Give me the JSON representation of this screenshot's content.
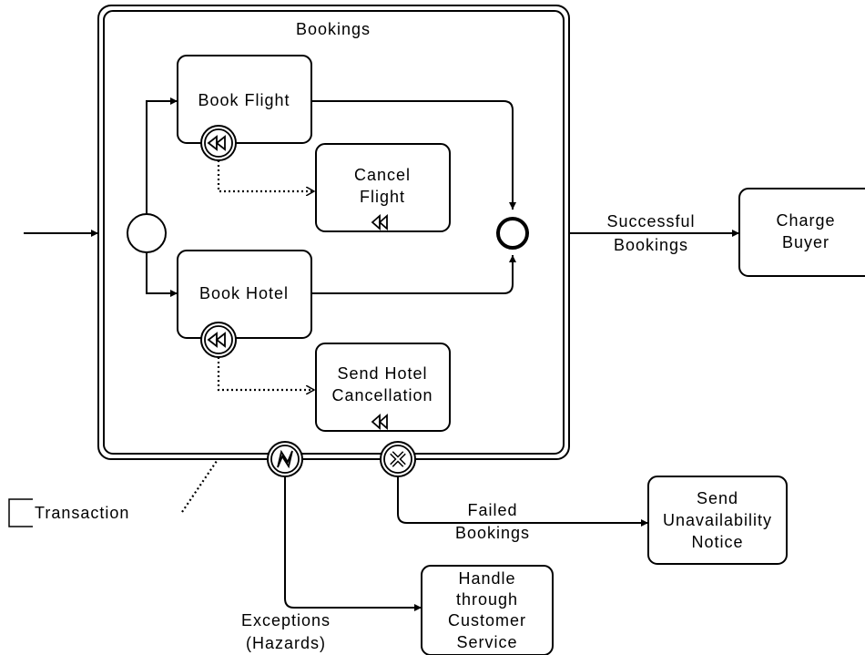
{
  "subprocess": {
    "title": "Bookings"
  },
  "tasks": {
    "book_flight": "Book Flight",
    "cancel_flight": [
      "Cancel",
      "Flight"
    ],
    "book_hotel": "Book Hotel",
    "send_hotel_cancellation": [
      "Send Hotel",
      "Cancellation"
    ],
    "charge_buyer": [
      "Charge",
      "Buyer"
    ],
    "send_unavailability_notice": [
      "Send",
      "Unavailability",
      "Notice"
    ],
    "handle_customer_service": [
      "Handle",
      "through",
      "Customer",
      "Service"
    ]
  },
  "flows": {
    "successful": [
      "Successful",
      "Bookings"
    ],
    "failed": [
      "Failed",
      "Bookings"
    ],
    "exceptions": [
      "Exceptions",
      "(Hazards)"
    ]
  },
  "legend": {
    "transaction": "Transaction"
  },
  "icons": [
    "compensation-icon",
    "error-icon",
    "cancel-icon"
  ]
}
